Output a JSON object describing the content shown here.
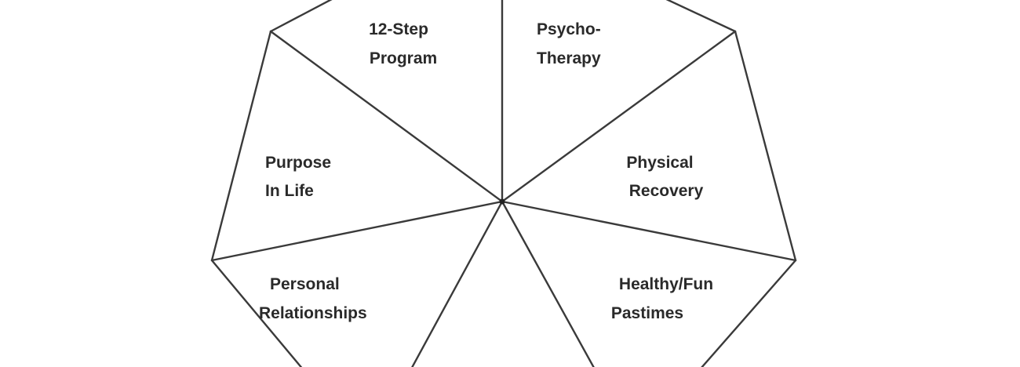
{
  "segments": [
    {
      "id": "twelve-step",
      "lines": [
        "12-Step",
        "Program"
      ]
    },
    {
      "id": "psychotherapy",
      "lines": [
        "Psycho-",
        "Therapy"
      ]
    },
    {
      "id": "physical-recovery",
      "lines": [
        "Physical",
        "Recovery"
      ]
    },
    {
      "id": "healthy-fun-pastimes",
      "lines": [
        "Healthy/Fun",
        "Pastimes"
      ]
    },
    {
      "id": "personal-relationships",
      "lines": [
        "Personal",
        "Relationships"
      ]
    },
    {
      "id": "purpose-in-life",
      "lines": [
        "Purpose",
        "In Life"
      ]
    }
  ]
}
